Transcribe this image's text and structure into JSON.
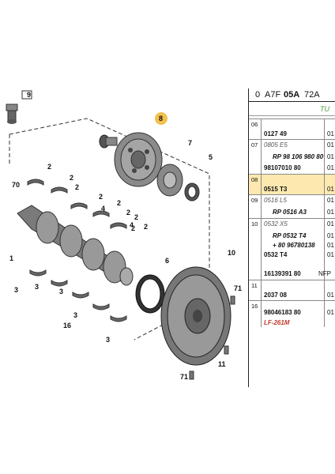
{
  "diagram": {
    "callouts": [
      "9",
      "8",
      "7",
      "5",
      "70",
      "2",
      "2",
      "2",
      "2",
      "2",
      "4",
      "2",
      "2",
      "4",
      "2",
      "2",
      "1",
      "6",
      "10",
      "3",
      "3",
      "3",
      "3",
      "16",
      "3",
      "71",
      "11",
      "71"
    ]
  },
  "table": {
    "header": {
      "c1": "0",
      "c2": "A7F",
      "c3": "05A",
      "c4": "72A"
    },
    "subheader": "TU",
    "rows": [
      {
        "num": "06",
        "ref": "0127 49",
        "qty": "01",
        "style": "b",
        "highlight": false
      },
      {
        "num": "07",
        "ref": "0805 E5",
        "qty": "01",
        "style": "it",
        "highlight": false
      },
      {
        "num": "",
        "ref": "RP 98 106 980 80",
        "qty": "01",
        "style": "bi",
        "highlight": false
      },
      {
        "num": "",
        "ref": "98107010 80",
        "qty": "01",
        "style": "b",
        "highlight": false
      },
      {
        "num": "08",
        "ref": "0515 T3",
        "qty": "01",
        "style": "b",
        "highlight": true
      },
      {
        "num": "09",
        "ref": "0516 L5",
        "qty": "01",
        "style": "it",
        "highlight": false
      },
      {
        "num": "",
        "ref": "RP 0516 A3",
        "qty": "01",
        "style": "bi",
        "highlight": false
      },
      {
        "num": "10",
        "ref": "0532 X5",
        "qty": "01",
        "style": "it",
        "highlight": false
      },
      {
        "num": "",
        "ref": "RP 0532 T4",
        "qty": "01",
        "style": "bi",
        "highlight": false
      },
      {
        "num": "",
        "ref": "+ 80 96780138",
        "qty": "01",
        "style": "bi",
        "highlight": false
      },
      {
        "num": "",
        "ref": "0532 T4",
        "qty": "01",
        "style": "b",
        "highlight": false
      },
      {
        "num": "",
        "ref": "16139391 80",
        "qty": "NFP",
        "style": "b",
        "highlight": false
      },
      {
        "num": "11",
        "ref": "2037 08",
        "qty": "01",
        "style": "b",
        "highlight": false
      },
      {
        "num": "16",
        "ref": "98046183 80",
        "qty": "01",
        "style": "b",
        "highlight": false
      },
      {
        "num": "",
        "ref": "LF-261M",
        "qty": "",
        "style": "r",
        "highlight": false
      }
    ]
  }
}
